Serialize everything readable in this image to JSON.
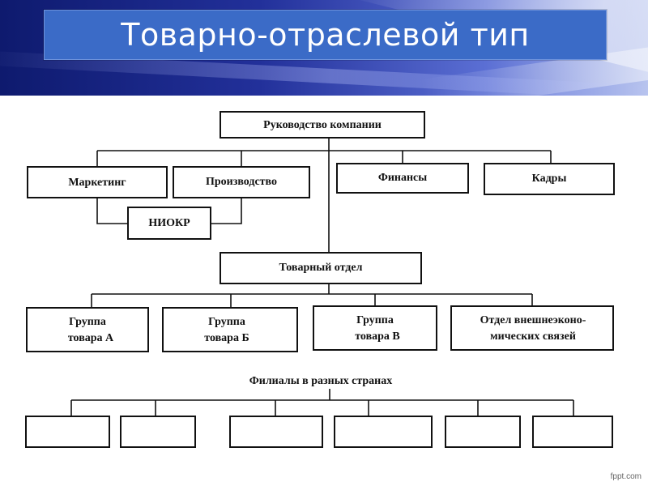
{
  "title": "Товарно-отраслевой тип",
  "footer_credit": "fppt.com",
  "diagram": {
    "management": "Руководство компании",
    "marketing": "Маркетинг",
    "production": "Производство",
    "niokr": "НИОКР",
    "finance": "Финансы",
    "hr": "Кадры",
    "product_dept": "Товарный отдел",
    "groups": [
      {
        "line1": "Группа",
        "line2": "товара А"
      },
      {
        "line1": "Группа",
        "line2": "товара Б"
      },
      {
        "line1": "Группа",
        "line2": "товара В"
      },
      {
        "line1": "Отдел внешнеэконо-",
        "line2": "мических связей"
      }
    ],
    "branches_caption": "Филиалы в разных странах"
  }
}
